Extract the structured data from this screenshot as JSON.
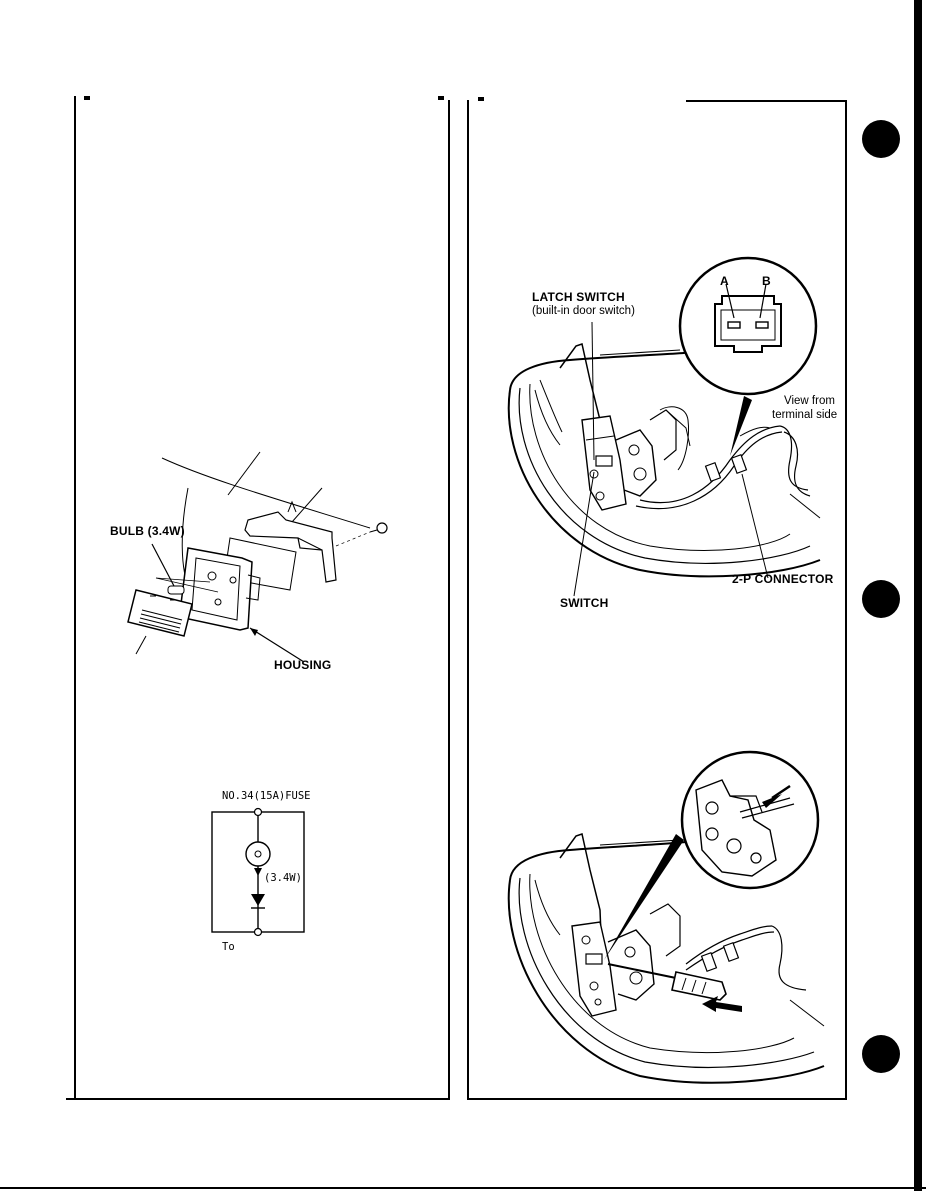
{
  "left_panel": {
    "lamp_figure": {
      "bulb_label": "BULB (3.4W)",
      "housing_label": "HOUSING"
    },
    "circuit": {
      "fuse_label": "NO.34(15A)FUSE",
      "wattage_label": "(3.4W)",
      "to_label": "To"
    }
  },
  "right_panel": {
    "switch_figure": {
      "latch_switch_label": "LATCH SWITCH",
      "latch_switch_sub": "(built-in door switch)",
      "terminal_a": "A",
      "terminal_b": "B",
      "view_from_line1": "View from",
      "view_from_line2": "terminal side",
      "connector_label": "2-P CONNECTOR",
      "switch_label": "SWITCH"
    },
    "removal_figure": {}
  },
  "binder_holes": 3
}
